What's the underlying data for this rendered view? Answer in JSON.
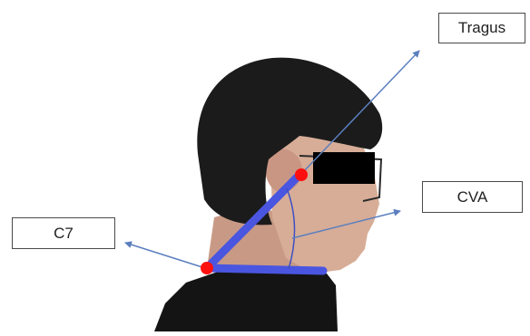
{
  "labels": {
    "tragus": "Tragus",
    "cva": "CVA",
    "c7": "C7"
  },
  "colors": {
    "landmark_point": "#ff1010",
    "angle_line": "#4a55e0",
    "pointer_arrow": "#5b7fbf",
    "censor_bar": "#000000"
  }
}
